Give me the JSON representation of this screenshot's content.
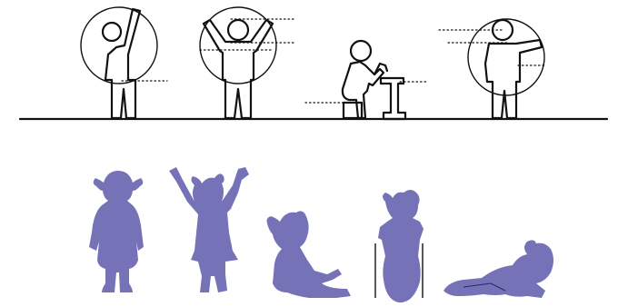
{
  "colors": {
    "line": "#111111",
    "silhouette": "#7572b8",
    "background": "#ffffff"
  },
  "top_row": {
    "figures": [
      {
        "id": "figure-arm-raised",
        "icon": "person-raising-arm-icon"
      },
      {
        "id": "figure-arms-up",
        "icon": "person-arms-up-icon"
      },
      {
        "id": "figure-seated",
        "icon": "person-seated-at-table-icon"
      },
      {
        "id": "figure-arm-forward",
        "icon": "person-arm-forward-icon"
      }
    ]
  },
  "bottom_row": {
    "silhouettes": [
      {
        "id": "child-standing",
        "icon": "toddler-standing-silhouette"
      },
      {
        "id": "child-arms-up",
        "icon": "toddler-arms-up-silhouette"
      },
      {
        "id": "child-sitting",
        "icon": "toddler-sitting-silhouette"
      },
      {
        "id": "child-holding-rails",
        "icon": "toddler-holding-rails-silhouette"
      },
      {
        "id": "child-crawling",
        "icon": "toddler-lying-prone-silhouette"
      }
    ]
  }
}
